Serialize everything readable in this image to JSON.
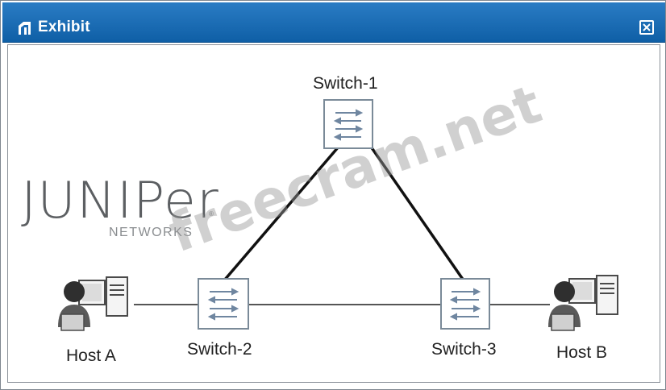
{
  "window": {
    "title": "Exhibit",
    "title_icon": "exhibit-icon",
    "close_icon": "close-icon"
  },
  "logo": {
    "word": "JUNIPer",
    "sub": "NETWORKS",
    "registered": "®"
  },
  "watermark": {
    "text": "freecram.net"
  },
  "diagram": {
    "nodes": [
      {
        "id": "switch-1",
        "type": "switch",
        "label": "Switch-1"
      },
      {
        "id": "switch-2",
        "type": "switch",
        "label": "Switch-2"
      },
      {
        "id": "switch-3",
        "type": "switch",
        "label": "Switch-3"
      },
      {
        "id": "host-a",
        "type": "host",
        "label": "Host A"
      },
      {
        "id": "host-b",
        "type": "host",
        "label": "Host B"
      }
    ],
    "links": [
      {
        "from": "switch-1",
        "to": "switch-2"
      },
      {
        "from": "switch-1",
        "to": "switch-3"
      },
      {
        "from": "switch-2",
        "to": "switch-3"
      },
      {
        "from": "host-a",
        "to": "switch-2"
      },
      {
        "from": "switch-3",
        "to": "host-b"
      }
    ],
    "colors": {
      "link_thick": "#111111",
      "link_thin": "#555555",
      "switch_border": "#7a8a98",
      "switch_arrows": "#6f86a0",
      "host": "#4a4a4a"
    }
  }
}
